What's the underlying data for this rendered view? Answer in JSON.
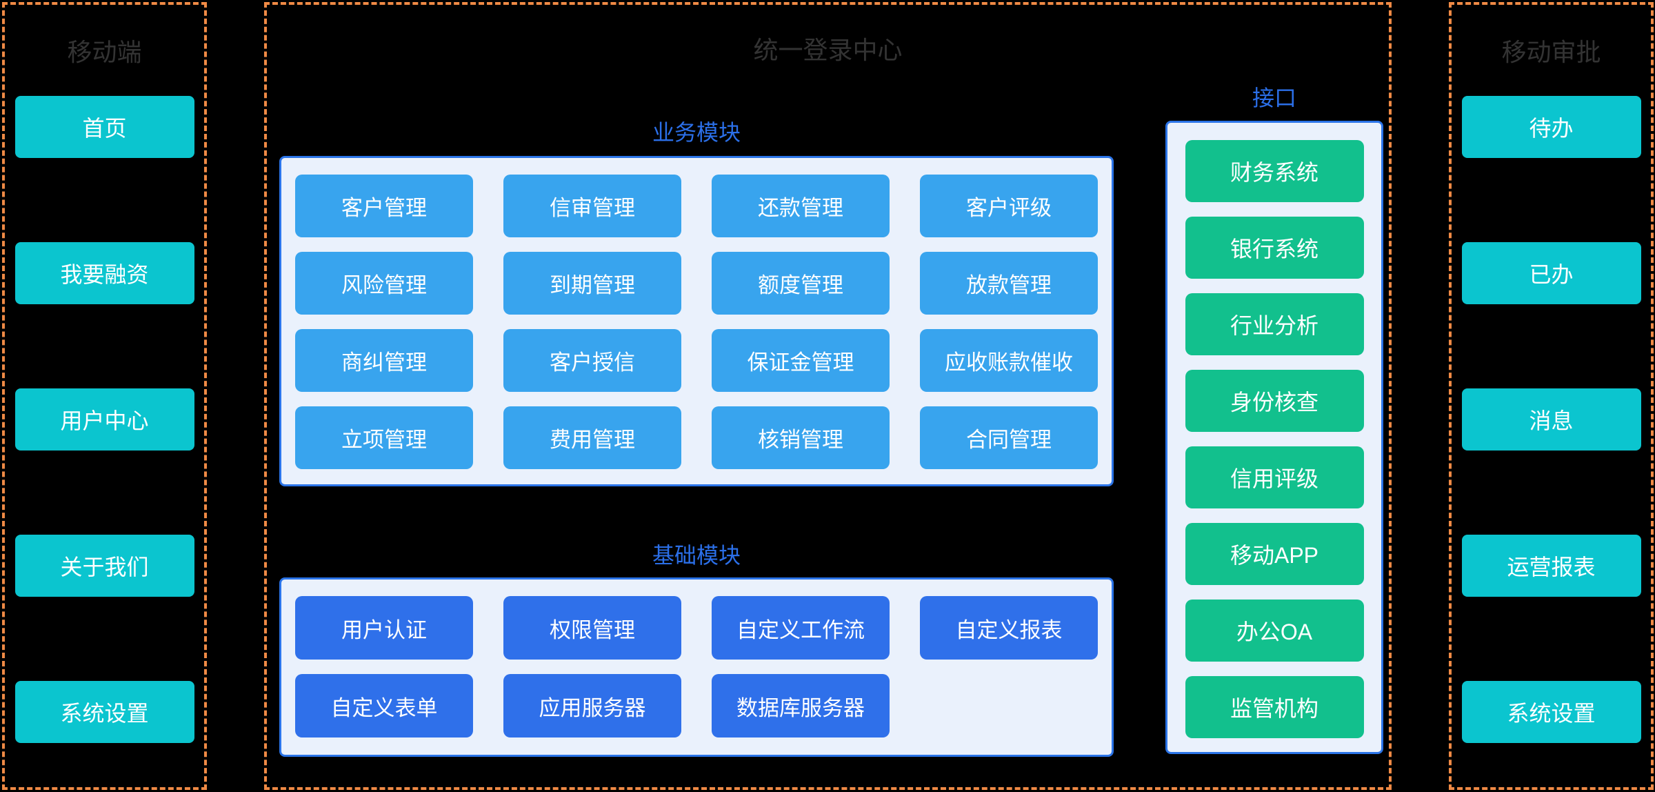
{
  "colors": {
    "background": "#000000",
    "dashed_border": "#F08A45",
    "teal_button": "#0BC5CF",
    "business_button": "#38A4EE",
    "base_button": "#2F70EA",
    "interface_button": "#12C08D",
    "container_bg": "#EAF1FC",
    "container_border": "#2B74E8",
    "section_label": "#2B6FE8",
    "panel_title": "#333333",
    "button_text": "#FFFFFF"
  },
  "left_panel": {
    "title": "移动端",
    "items": [
      "首页",
      "我要融资",
      "用户中心",
      "关于我们",
      "系统设置"
    ]
  },
  "center_panel": {
    "title": "统一登录中心",
    "business_section": {
      "label": "业务模块",
      "items": [
        "客户管理",
        "信审管理",
        "还款管理",
        "客户评级",
        "风险管理",
        "到期管理",
        "额度管理",
        "放款管理",
        "商纠管理",
        "客户授信",
        "保证金管理",
        "应收账款催收",
        "立项管理",
        "费用管理",
        "核销管理",
        "合同管理"
      ]
    },
    "base_section": {
      "label": "基础模块",
      "items": [
        "用户认证",
        "权限管理",
        "自定义工作流",
        "自定义报表",
        "自定义表单",
        "应用服务器",
        "数据库服务器"
      ]
    },
    "interface_section": {
      "label": "接口",
      "items": [
        "财务系统",
        "银行系统",
        "行业分析",
        "身份核查",
        "信用评级",
        "移动APP",
        "办公OA",
        "监管机构"
      ]
    }
  },
  "right_panel": {
    "title": "移动审批",
    "items": [
      "待办",
      "已办",
      "消息",
      "运营报表",
      "系统设置"
    ]
  }
}
